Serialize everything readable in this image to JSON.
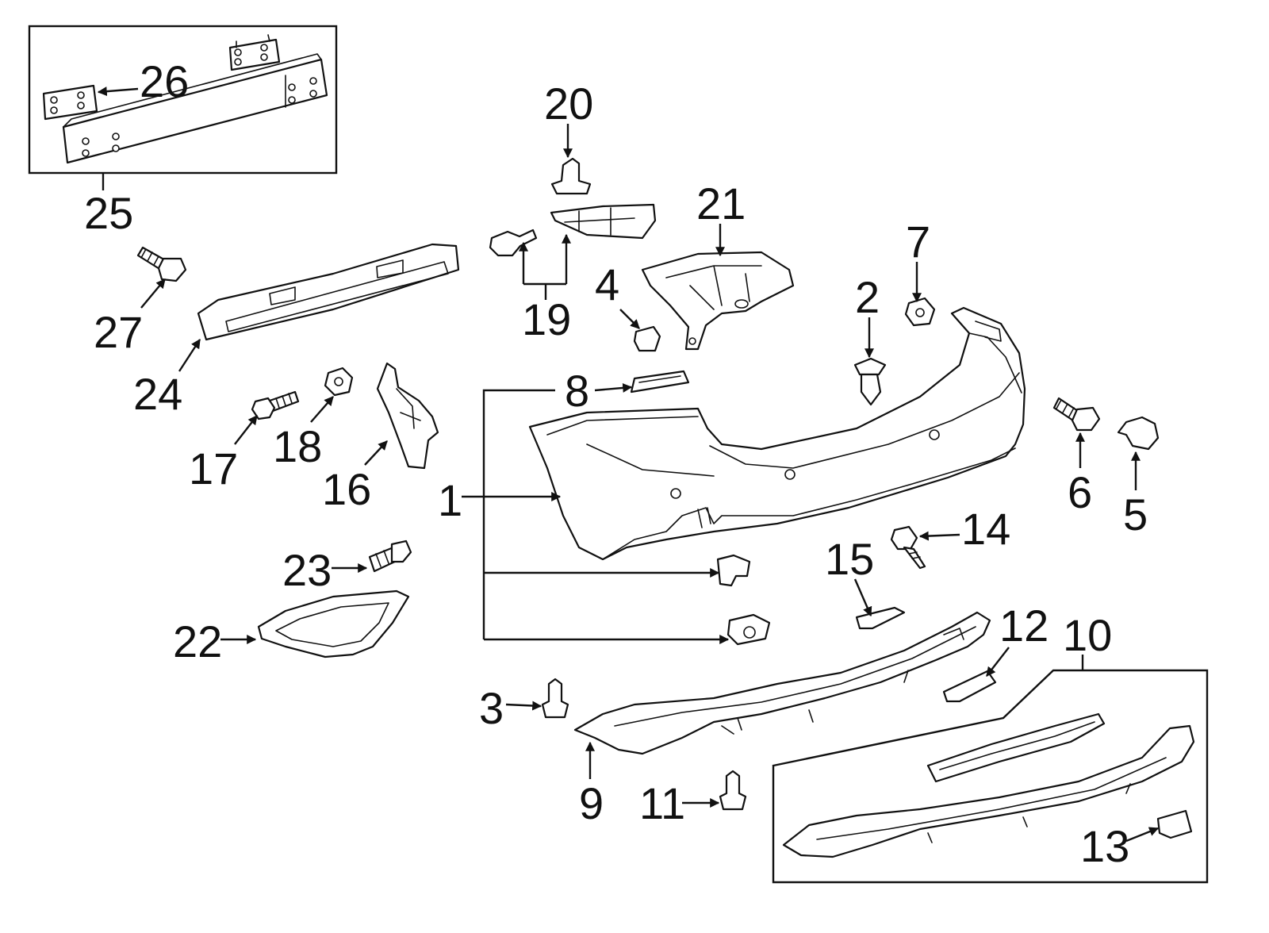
{
  "callouts": {
    "c1": "1",
    "c2": "2",
    "c3": "3",
    "c4": "4",
    "c5": "5",
    "c6": "6",
    "c7": "7",
    "c8": "8",
    "c9": "9",
    "c10": "10",
    "c11": "11",
    "c12": "12",
    "c13": "13",
    "c14": "14",
    "c15": "15",
    "c16": "16",
    "c17": "17",
    "c18": "18",
    "c19": "19",
    "c20": "20",
    "c21": "21",
    "c22": "22",
    "c23": "23",
    "c24": "24",
    "c25": "25",
    "c26": "26",
    "c27": "27"
  },
  "colors": {
    "line": "#111111",
    "background": "#ffffff"
  }
}
